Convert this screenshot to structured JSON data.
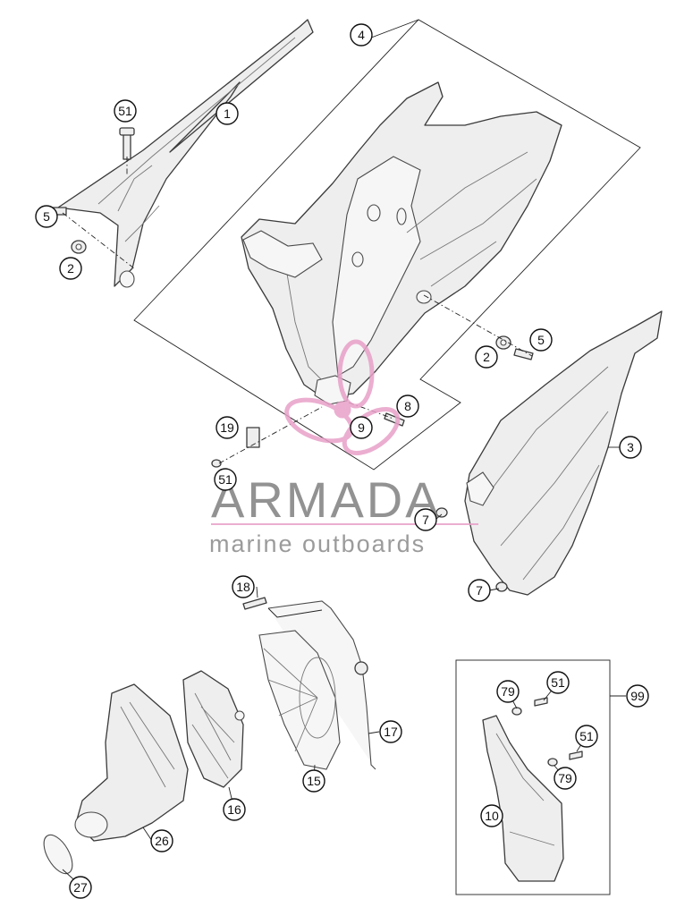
{
  "callouts": [
    {
      "id": "c1",
      "label": "1"
    },
    {
      "id": "c51a",
      "label": "51"
    },
    {
      "id": "c5a",
      "label": "5"
    },
    {
      "id": "c2a",
      "label": "2"
    },
    {
      "id": "c4",
      "label": "4"
    },
    {
      "id": "c2b",
      "label": "2"
    },
    {
      "id": "c5b",
      "label": "5"
    },
    {
      "id": "c3",
      "label": "3"
    },
    {
      "id": "c8",
      "label": "8"
    },
    {
      "id": "c9",
      "label": "9"
    },
    {
      "id": "c19",
      "label": "19"
    },
    {
      "id": "c51b",
      "label": "51"
    },
    {
      "id": "c7a",
      "label": "7"
    },
    {
      "id": "c7b",
      "label": "7"
    },
    {
      "id": "c18",
      "label": "18"
    },
    {
      "id": "c17",
      "label": "17"
    },
    {
      "id": "c15",
      "label": "15"
    },
    {
      "id": "c16",
      "label": "16"
    },
    {
      "id": "c26",
      "label": "26"
    },
    {
      "id": "c27",
      "label": "27"
    },
    {
      "id": "c99",
      "label": "99"
    },
    {
      "id": "c79a",
      "label": "79"
    },
    {
      "id": "c51c",
      "label": "51"
    },
    {
      "id": "c51d",
      "label": "51"
    },
    {
      "id": "c79b",
      "label": "79"
    },
    {
      "id": "c10",
      "label": "10"
    }
  ],
  "watermark": {
    "name": "ARMADA",
    "tagline": "marine outboards",
    "accent_color": "#e8a0c8",
    "text_color": "#808080"
  }
}
